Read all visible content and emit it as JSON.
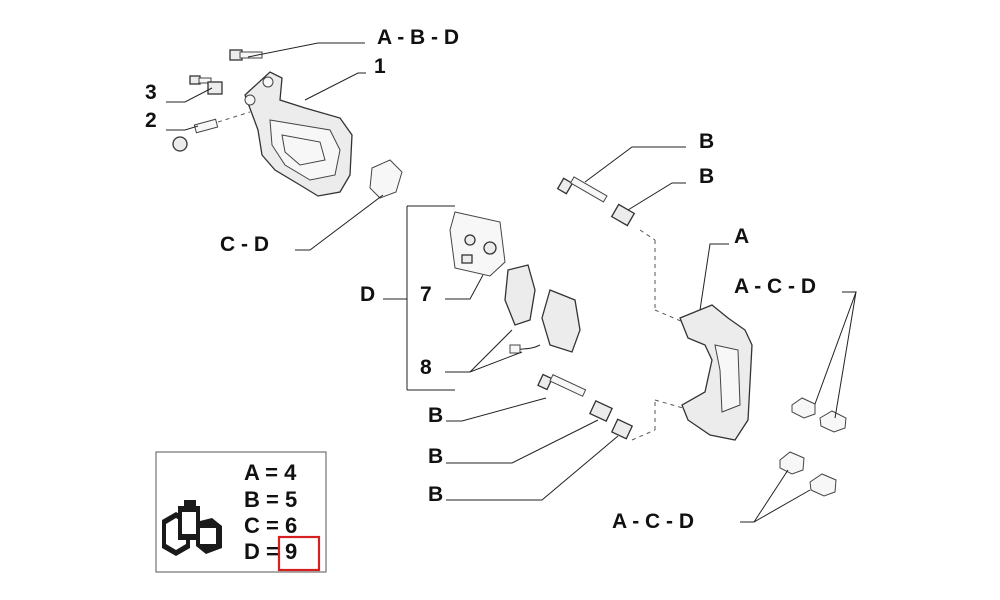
{
  "callouts": {
    "abd_top": "A - B - D",
    "n1": "1",
    "n3": "3",
    "n2": "2",
    "cd": "C - D",
    "d_group": "D",
    "n7": "7",
    "n8": "8",
    "b1": "B",
    "b2": "B",
    "a": "A",
    "acd_top": "A - C - D",
    "b3": "B",
    "b4": "B",
    "b5": "B",
    "acd_bottom": "A - C - D"
  },
  "kit_legend": {
    "row_a": "A = 4",
    "row_b": "B = 5",
    "row_c": "C = 6",
    "row_d": "D = 9",
    "highlight_color": "#d62020",
    "kit_icon": "parts-kit-box-icon"
  }
}
